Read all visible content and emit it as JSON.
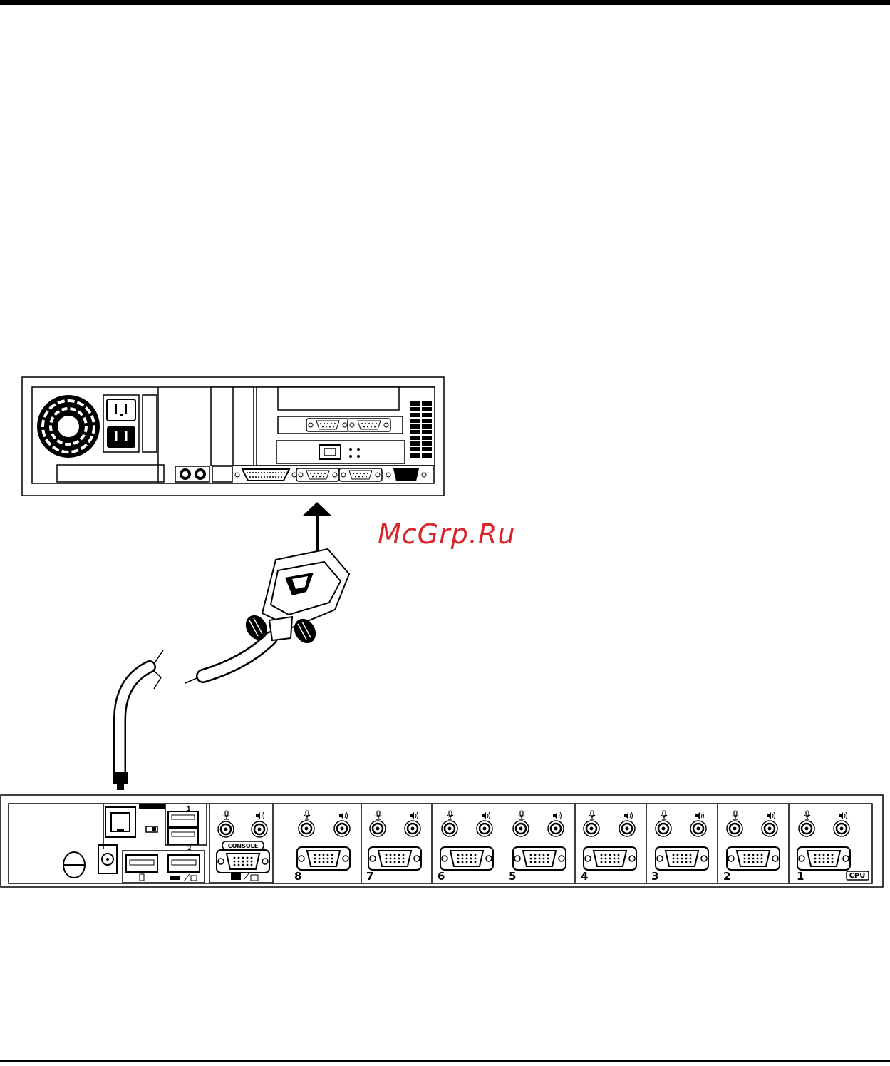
{
  "watermark": "McGrp.Ru",
  "kvm": {
    "console_label": "CONSOLE",
    "cpu_label": "CPU",
    "usb_port_labels": [
      "1",
      "2"
    ],
    "ports": [
      "8",
      "7",
      "6",
      "5",
      "4",
      "3",
      "2",
      "1"
    ]
  }
}
